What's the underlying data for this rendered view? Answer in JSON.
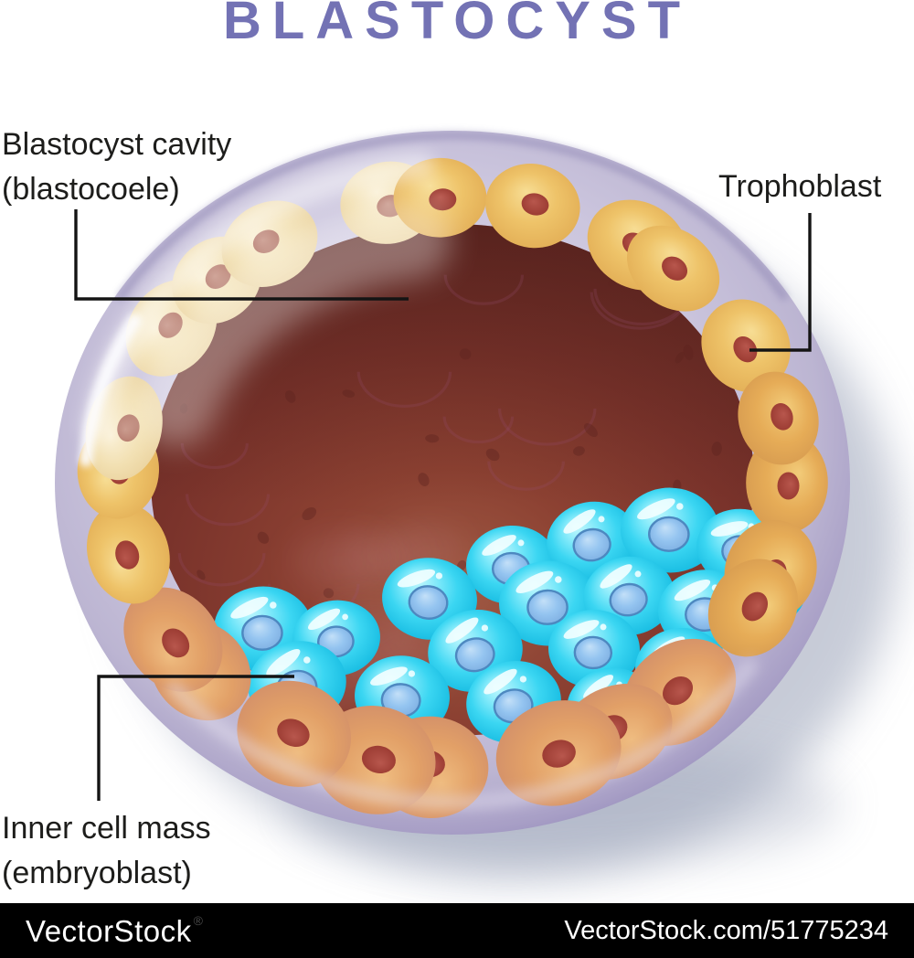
{
  "title": "BLASTOCYST",
  "labels": {
    "cavity": {
      "line1": "Blastocyst cavity",
      "line2": "(blastocoele)"
    },
    "trophoblast": {
      "text": "Trophoblast"
    },
    "icm": {
      "line1": "Inner cell mass",
      "line2": "(embryoblast)"
    }
  },
  "watermark": {
    "brand": "VectorStock",
    "registered": "®",
    "url": "VectorStock.com/51775234"
  },
  "colors": {
    "title": "#7372b4",
    "label_text": "#1d1d1b",
    "leader_line": "#141414",
    "membrane_lavender": "#b4accf",
    "trophoblast_cream": "#f2e0b2",
    "trophoblast_gold": "#eec369",
    "trophoblast_orange": "#e6ac57",
    "trophoblast_pink": "#e2a067",
    "cell_nucleus_red": "#a4443e",
    "cavity_dark": "#632823",
    "cavity_light": "#a05a44",
    "icm_cyan": "#3bd6f2",
    "icm_nucleus_blue": "#94c4f0",
    "watermark_bg": "#000000",
    "watermark_text": "#ffffff"
  }
}
